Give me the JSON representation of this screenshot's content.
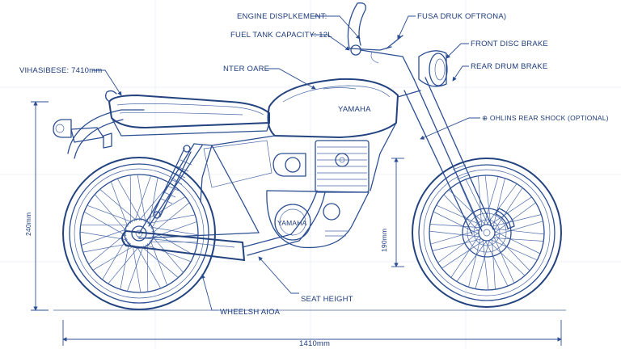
{
  "labels": {
    "engine_displacement": "ENGINE DISPLKEMENT:",
    "fuel_tank": "FUEL TANK CAPACITY: 12L",
    "fusa": "FUSA DRUK OFTRONA)",
    "front_disc": "FRONT DISC BRAKE",
    "rear_drum": "REAR DRUM BRAKE",
    "wheelbase": "VIHASIBESE: 7410mm",
    "nter_oare": "NTER OARE",
    "ohlins": "⊕ OHLINS REAR SHOCK (OPTIONAL)",
    "seat_height": "SEAT HEIGHT",
    "wheelsh": "WHEELSH AIOA",
    "dim_1410": "1410mm",
    "dim_190": "190mm",
    "dim_240": "240mm"
  },
  "branding": {
    "tank_badge": "YAMAHA",
    "engine_badge": "YAMAHA"
  },
  "colors": {
    "ink": "#2c4f93",
    "text": "#1d3b7a",
    "background": "#ffffff"
  }
}
